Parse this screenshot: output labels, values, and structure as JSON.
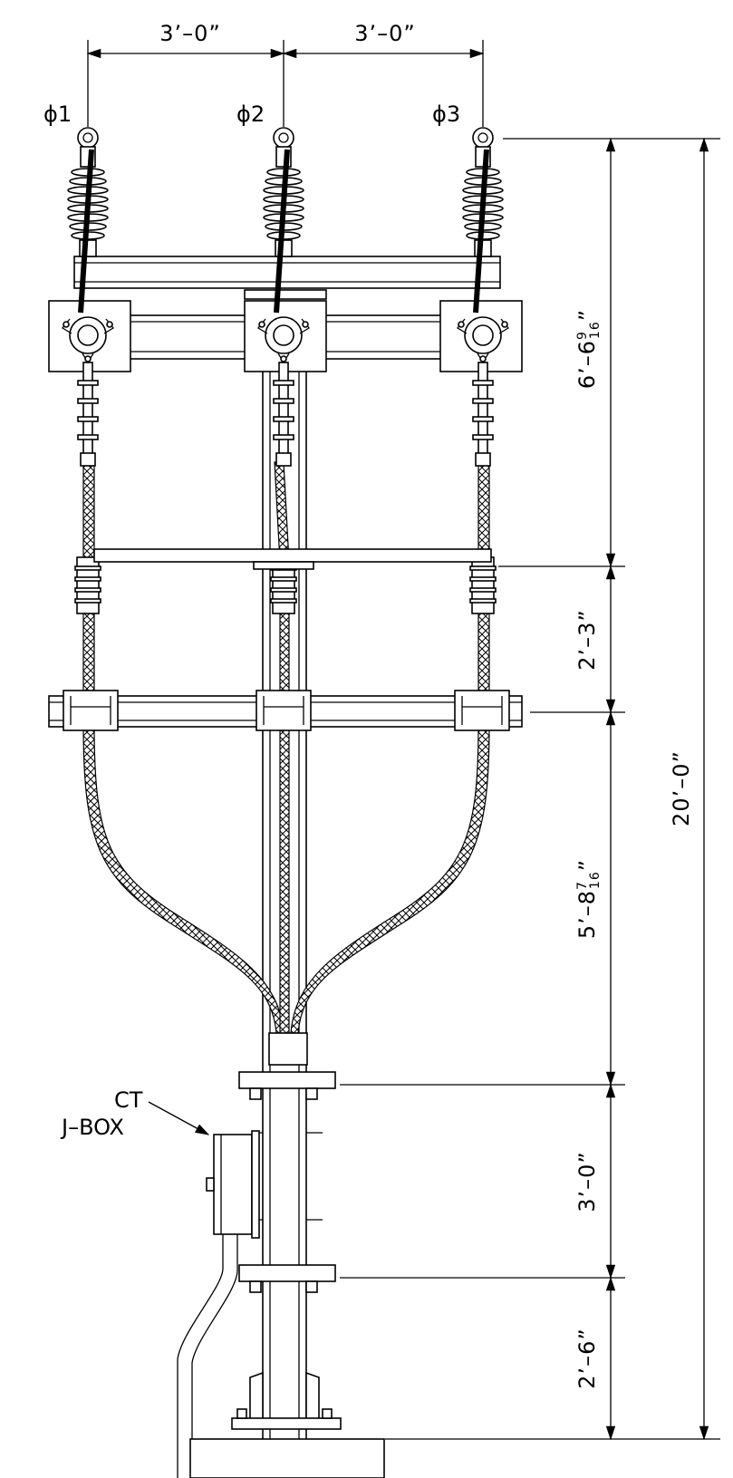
{
  "drawing": {
    "phase_labels": [
      "ϕ1",
      "ϕ2",
      "ϕ3"
    ],
    "horizontal_dims": [
      "3’–0”",
      "3’–0”"
    ],
    "vertical_dims": {
      "d1_whole": "6’–6",
      "d1_num": "9",
      "d1_den": "16",
      "d1_tail": "”",
      "d2": "2’–3”",
      "d3_whole": "5’–8",
      "d3_num": "7",
      "d3_den": "16",
      "d3_tail": "”",
      "d4": "3’–0”",
      "d5": "2’–6”",
      "overall": "20’–0”"
    },
    "callout": {
      "line1": "CT",
      "line2": "J–BOX"
    }
  }
}
